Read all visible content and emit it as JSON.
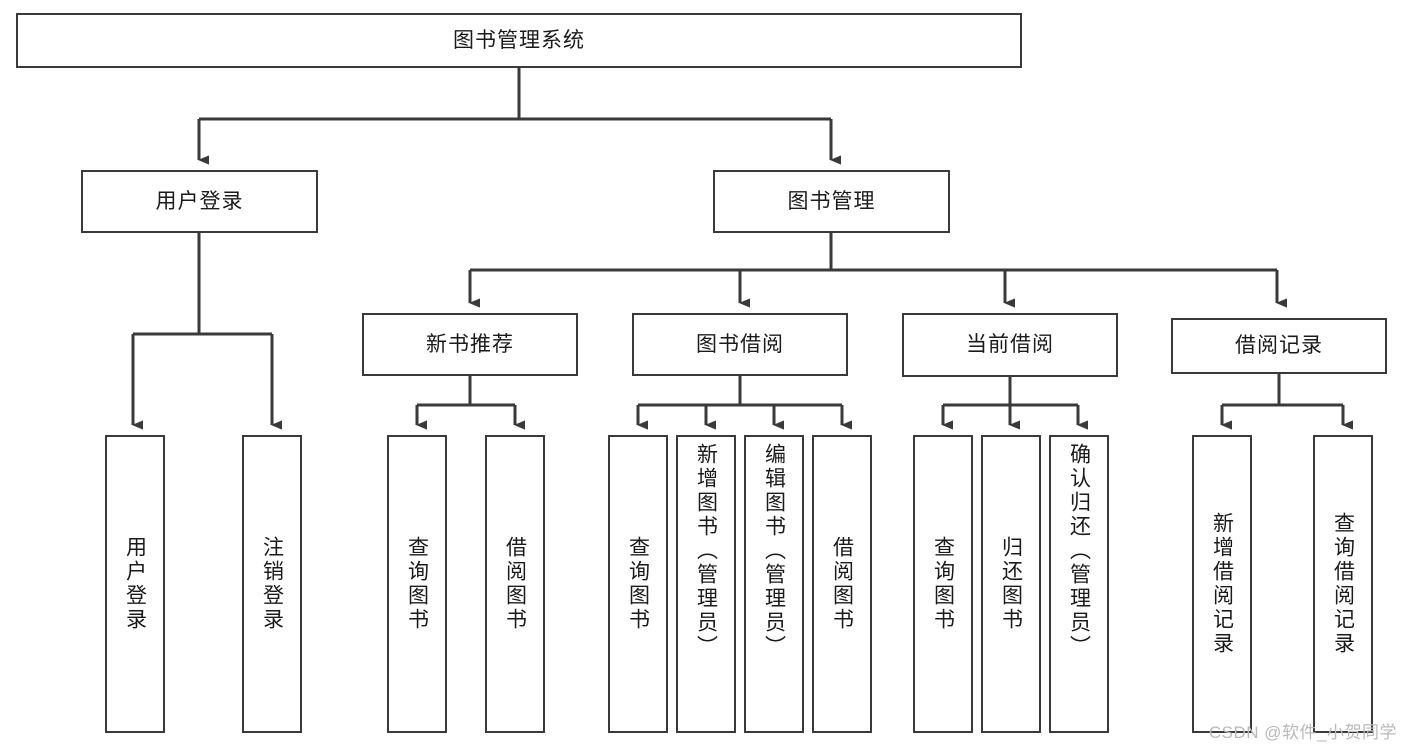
{
  "diagram": {
    "title": "图书管理系统",
    "watermark": "CSDN @软件_小贺同学",
    "root": {
      "label": "图书管理系统"
    },
    "level1": [
      {
        "label": "用户登录"
      },
      {
        "label": "图书管理"
      }
    ],
    "level2": [
      {
        "label": "新书推荐"
      },
      {
        "label": "图书借阅"
      },
      {
        "label": "当前借阅"
      },
      {
        "label": "借阅记录"
      }
    ],
    "leaves": {
      "user_login": [
        {
          "label": "用户登录"
        },
        {
          "label": "注销登录"
        }
      ],
      "new_book_recommend": [
        {
          "label": "查询图书"
        },
        {
          "label": "借阅图书"
        }
      ],
      "book_borrow": [
        {
          "label": "查询图书"
        },
        {
          "label": "新增图书（管理员）"
        },
        {
          "label": "编辑图书（管理员）"
        },
        {
          "label": "借阅图书"
        }
      ],
      "current_borrow": [
        {
          "label": "查询图书"
        },
        {
          "label": "归还图书"
        },
        {
          "label": "确认归还（管理员）"
        }
      ],
      "borrow_record": [
        {
          "label": "新增借阅记录"
        },
        {
          "label": "查询借阅记录"
        }
      ]
    },
    "colors": {
      "stroke": "#3a3a3a",
      "text": "#1b1b1b",
      "background": "#ffffff",
      "watermark": "#b9b9b9"
    }
  }
}
